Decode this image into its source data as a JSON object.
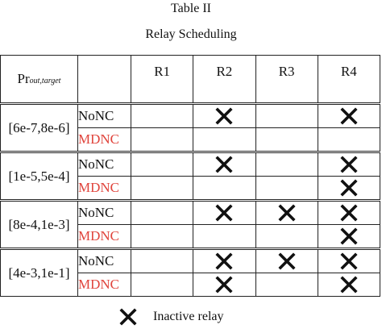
{
  "title": "Table II",
  "subtitle": "Relay Scheduling",
  "header": {
    "param_main": "Pr",
    "param_sub": "out,target",
    "relays": [
      "R1",
      "R2",
      "R3",
      "R4"
    ]
  },
  "groups": [
    {
      "range": "[6e-7,8e-6]",
      "rows": [
        {
          "scheme": "NoNC",
          "inactive": [
            false,
            true,
            false,
            true
          ]
        },
        {
          "scheme": "MDNC",
          "inactive": [
            false,
            false,
            false,
            false
          ]
        }
      ]
    },
    {
      "range": "[1e-5,5e-4]",
      "rows": [
        {
          "scheme": "NoNC",
          "inactive": [
            false,
            true,
            false,
            true
          ]
        },
        {
          "scheme": "MDNC",
          "inactive": [
            false,
            false,
            false,
            true
          ]
        }
      ]
    },
    {
      "range": "[8e-4,1e-3]",
      "rows": [
        {
          "scheme": "NoNC",
          "inactive": [
            false,
            true,
            true,
            true
          ]
        },
        {
          "scheme": "MDNC",
          "inactive": [
            false,
            false,
            false,
            true
          ]
        }
      ]
    },
    {
      "range": "[4e-3,1e-1]",
      "rows": [
        {
          "scheme": "NoNC",
          "inactive": [
            false,
            true,
            true,
            true
          ]
        },
        {
          "scheme": "MDNC",
          "inactive": [
            false,
            true,
            false,
            true
          ]
        }
      ]
    }
  ],
  "legend": {
    "label": "Inactive relay",
    "icon": "cross-icon"
  },
  "colors": {
    "mdnc": "#e0443c",
    "text": "#111111"
  }
}
